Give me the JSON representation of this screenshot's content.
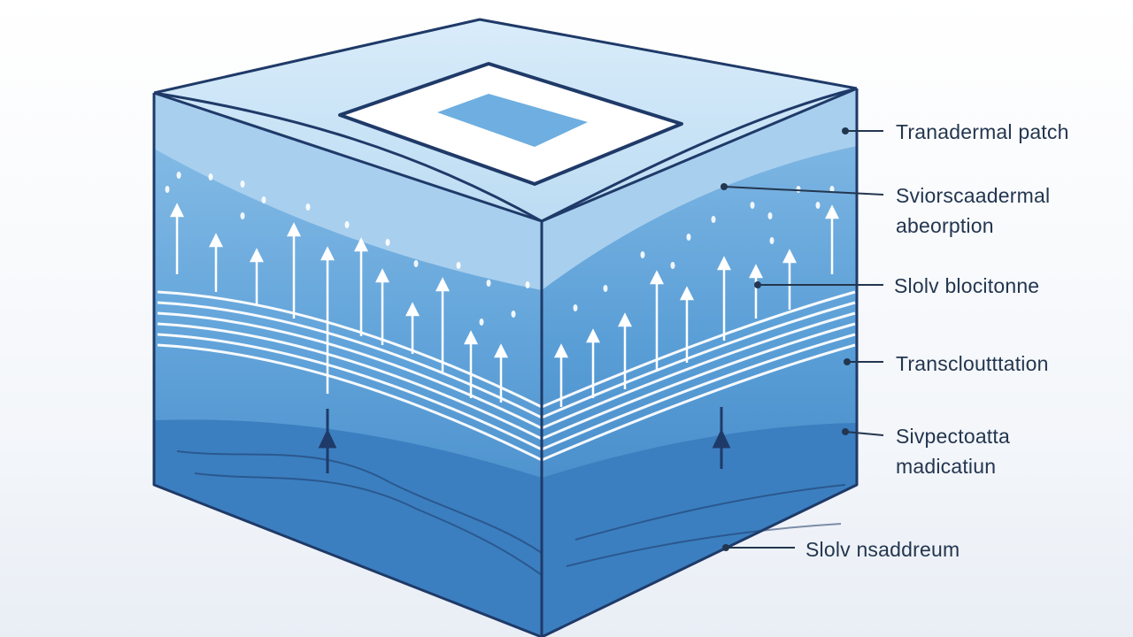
{
  "colors": {
    "outline": "#1f3a68",
    "top_face": "#cde4f5",
    "top_band": "#a8cfee",
    "upper_layer": "#7fb6e3",
    "middle_layer": "#4f95d0",
    "lower_layer": "#3b7fc0",
    "patch_square": "#6eaee0",
    "arrow": "#ffffff",
    "leader": "#23364f"
  },
  "labels": [
    {
      "id": "transdermal-patch",
      "lines": [
        "Tranadermal patch"
      ]
    },
    {
      "id": "absorption",
      "lines": [
        "Sviorscaadermal",
        "abeorption"
      ]
    },
    {
      "id": "slow-blood",
      "lines": [
        "Slolv blocitonne"
      ]
    },
    {
      "id": "transcl",
      "lines": [
        "Transcloutttation"
      ]
    },
    {
      "id": "medication",
      "lines": [
        "Sivpectoatta",
        "madicatiun"
      ]
    },
    {
      "id": "slow-ns",
      "lines": [
        "Slolv nsaddreum"
      ]
    }
  ]
}
